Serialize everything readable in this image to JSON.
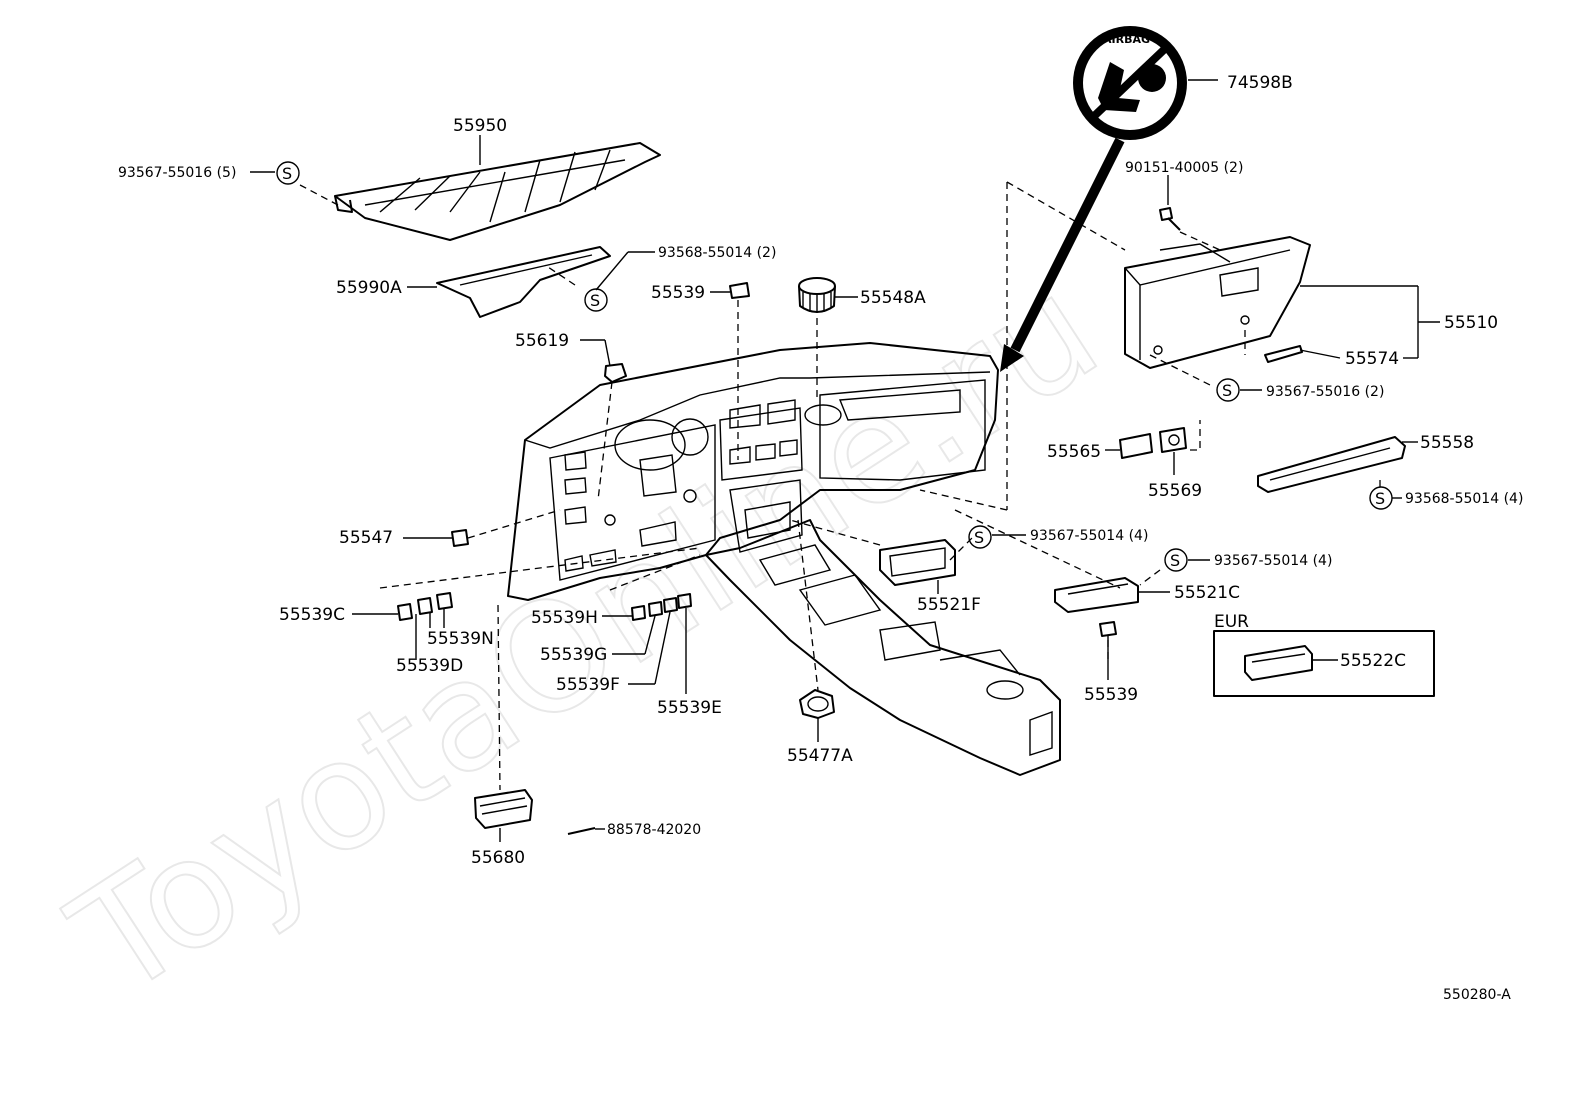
{
  "watermark": "ToyotaOnline.ru",
  "diagram_code": "550280-A",
  "box_label": "EUR",
  "icon_text": "AIRBAG",
  "labels": {
    "p74598B": "74598B",
    "p90151": "90151-40005 (2)",
    "p55950": "55950",
    "p93567_5": "93567-55016 (5)",
    "p55990A": "55990A",
    "p93568_2": "93568-55014 (2)",
    "p55539a": "55539",
    "p55548A": "55548A",
    "p55619": "55619",
    "p55510": "55510",
    "p55574": "55574",
    "p93567_2": "93567-55016 (2)",
    "p55565": "55565",
    "p55569": "55569",
    "p55558": "55558",
    "p93568_4": "93568-55014 (4)",
    "p55547": "55547",
    "p93567_4a": "93567-55014 (4)",
    "p93567_4b": "93567-55014 (4)",
    "p55521F": "55521F",
    "p55521C": "55521C",
    "p55522C": "55522C",
    "p55539b": "55539",
    "p55539C": "55539C",
    "p55539N": "55539N",
    "p55539D": "55539D",
    "p55539H": "55539H",
    "p55539G": "55539G",
    "p55539F": "55539F",
    "p55539E": "55539E",
    "p55477A": "55477A",
    "p55680": "55680",
    "p88578": "88578-42020"
  },
  "symbol_s": "S"
}
